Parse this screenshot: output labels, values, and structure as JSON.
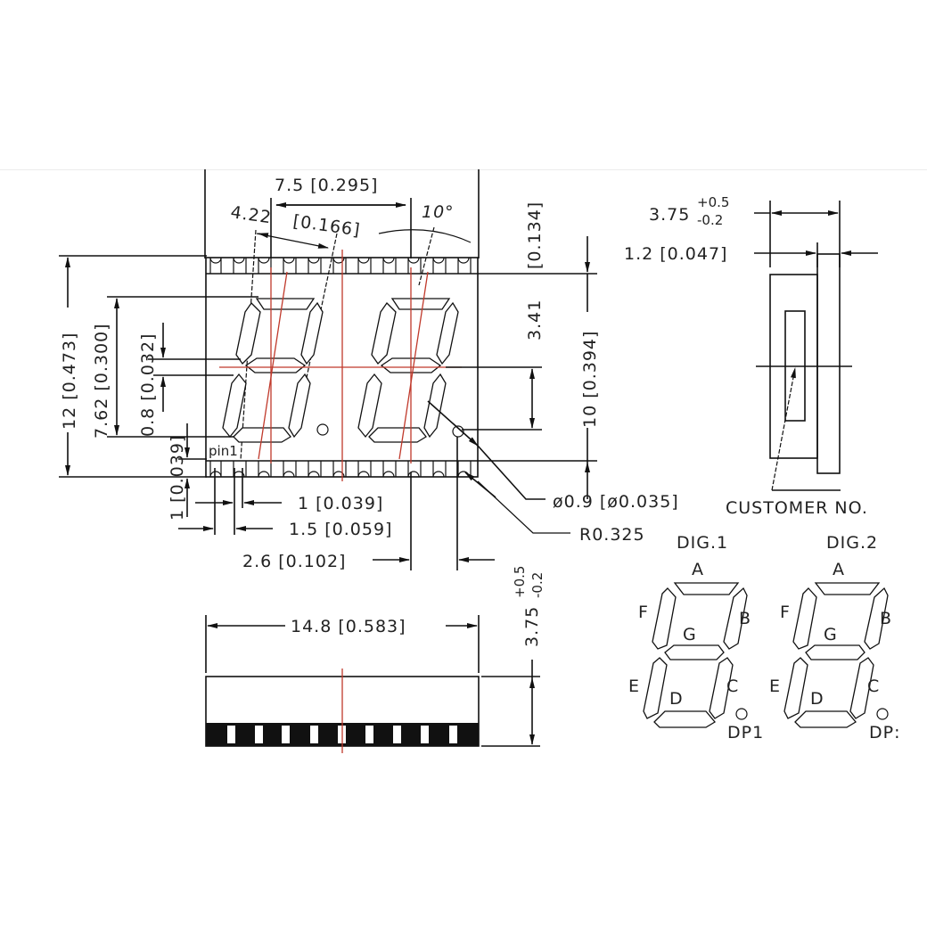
{
  "drawing": {
    "title": "2-digit 7-segment LED display dimension drawing",
    "colors": {
      "line": "#111111",
      "centerline": "#c0392b",
      "background": "#ffffff"
    },
    "front_view": {
      "dim_width_between_digits": "7.5 [0.295]",
      "dim_slant_a": "4.22",
      "dim_slant_b": "[0.166]",
      "dim_angle": "10°",
      "dim_total_height": "12 [0.473]",
      "dim_digit_height": "7.62 [0.300]",
      "dim_segment_width": "0.8 [0.032]",
      "dim_pin_offset": "1 [0.039]",
      "dim_top_margin": "[0.134]",
      "dim_lower_half": "3.41",
      "dim_body_height": "10 [0.394]",
      "pin1_label": "pin1",
      "dim_pad_width": "1 [0.039]",
      "dim_pad_pitch": "1.5 [0.059]",
      "dim_dp_offset": "2.6 [0.102]",
      "dim_dp_diameter": "ø0.9 [ø0.035]",
      "dim_radius": "R0.325",
      "dim_side_height": "3.75",
      "dim_side_tol_plus": "+0.5",
      "dim_side_tol_minus": "-0.2"
    },
    "side_view": {
      "dim_depth": "3.75",
      "dim_depth_tol_plus": "+0.5",
      "dim_depth_tol_minus": "-0.2",
      "dim_thickness": "1.2 [0.047]",
      "customer_label": "CUSTOMER NO."
    },
    "bottom_view": {
      "dim_length": "14.8 [0.583]"
    },
    "segment_diagram": {
      "digits": [
        {
          "title": "DIG.1",
          "labels": {
            "a": "A",
            "b": "B",
            "c": "C",
            "d": "D",
            "e": "E",
            "f": "F",
            "g": "G",
            "dp": "DP1"
          }
        },
        {
          "title": "DIG.2",
          "labels": {
            "a": "A",
            "b": "B",
            "c": "C",
            "d": "D",
            "e": "E",
            "f": "F",
            "g": "G",
            "dp": "DP:"
          }
        }
      ]
    }
  }
}
